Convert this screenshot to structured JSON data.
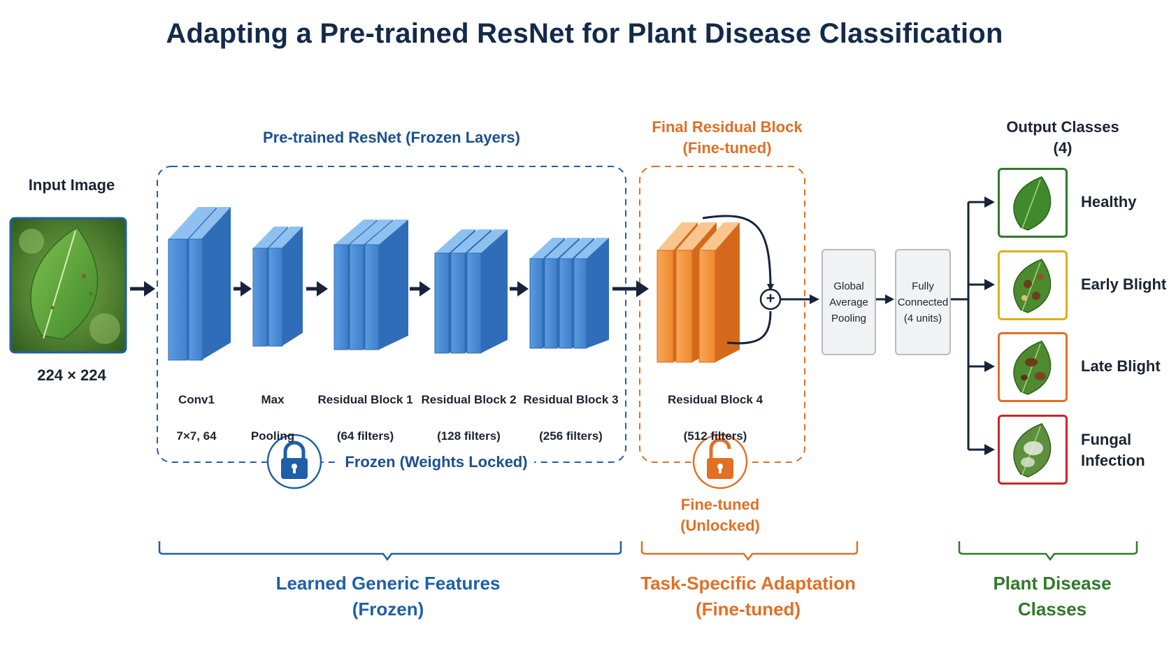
{
  "title": "Adapting a Pre-trained ResNet for Plant Disease Classification",
  "input": {
    "label": "Input Image",
    "size": "224 × 224"
  },
  "frozen_section": {
    "header": "Pre-trained ResNet (Frozen Layers)",
    "lock_label": "Frozen (Weights Locked)",
    "layers": [
      {
        "line1": "Conv1",
        "line2": "7×7, 64"
      },
      {
        "line1": "Max",
        "line2": "Pooling"
      },
      {
        "line1": "Residual Block 1",
        "line2": "(64 filters)"
      },
      {
        "line1": "Residual Block 2",
        "line2": "(128 filters)"
      },
      {
        "line1": "Residual Block 3",
        "line2": "(256 filters)"
      }
    ]
  },
  "finetune_section": {
    "header_line1": "Final Residual Block",
    "header_line2": "(Fine-tuned)",
    "block_line1": "Residual Block 4",
    "block_line2": "(512 filters)",
    "unlock_line1": "Fine-tuned",
    "unlock_line2": "(Unlocked)",
    "plus_symbol": "+"
  },
  "head": {
    "gap_label": "Global\nAverage\nPooling",
    "fc_label": "Fully\nConnected\n(4 units)"
  },
  "output": {
    "header_line1": "Output Classes",
    "header_line2": "(4)",
    "classes": [
      {
        "label": "Healthy",
        "color": "#2f7a2a"
      },
      {
        "label": "Early Blight",
        "color": "#d6b21d"
      },
      {
        "label": "Late Blight",
        "color": "#e26f25"
      },
      {
        "label": "Fungal\nInfection",
        "color": "#c62828"
      }
    ]
  },
  "bottom": {
    "frozen_line1": "Learned Generic Features",
    "frozen_line2": "(Frozen)",
    "task_line1": "Task-Specific Adaptation",
    "task_line2": "(Fine-tuned)",
    "classes_line1": "Plant Disease",
    "classes_line2": "Classes"
  },
  "colors": {
    "frozen_blue": "#1f5fa8",
    "finetune_orange": "#e26f25",
    "class_green": "#2f7a2a",
    "arrow": "#17233a"
  }
}
